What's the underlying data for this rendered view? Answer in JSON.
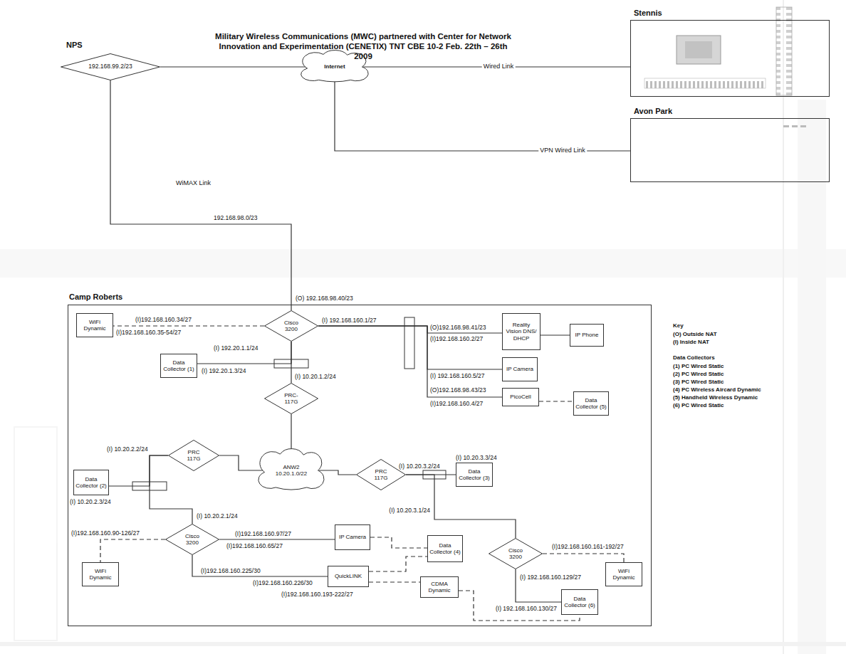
{
  "diagram": {
    "title": "Military Wireless Communications (MWC) partnered with Center for Network Innovation and Experimentation (CENETIX) TNT CBE 10-2 Feb. 22th – 26th 2009",
    "nodes": [
      {
        "text": [
          "NPS",
          "192.168.99.2/23"
        ]
      },
      {
        "text": [
          "Internet"
        ]
      },
      {
        "text": [
          "Stennis"
        ]
      },
      {
        "text": [
          "Avon Park"
        ]
      },
      {
        "text": [
          "Camp Roberts"
        ]
      },
      {
        "text": [
          "WiFi Dynamic"
        ],
        "in": 4
      },
      {
        "text": [
          "Cisco 3200"
        ],
        "in": 4
      },
      {
        "text": [
          "Data Collector (1)"
        ],
        "in": 4
      },
      {
        "text": [
          "PRC-117G"
        ],
        "in": 4
      },
      {
        "text": [
          "Reality Vision DNS/ DHCP"
        ],
        "in": 4
      },
      {
        "text": [
          "IP Phone"
        ],
        "in": 4
      },
      {
        "text": [
          "IP Camera"
        ],
        "in": 4
      },
      {
        "text": [
          "PicoCell"
        ],
        "in": 4
      },
      {
        "text": [
          "Data Collector (5)"
        ],
        "in": 4
      },
      {
        "text": [
          "Data Collector (2)"
        ],
        "in": 4
      },
      {
        "text": [
          "PRC 117G"
        ],
        "in": 4
      },
      {
        "text": [
          "ANW2 10.20.1.0/22"
        ],
        "in": 4
      },
      {
        "text": [
          "PRC 117G"
        ],
        "in": 4
      },
      {
        "text": [
          "Data Collector (3)"
        ],
        "in": 4
      },
      {
        "text": [
          "Cisco 3200"
        ],
        "in": 4
      },
      {
        "text": [
          "WiFi Dynamic"
        ],
        "in": 4
      },
      {
        "text": [
          "IP Camera"
        ],
        "in": 4
      },
      {
        "text": [
          "QuickLINK"
        ],
        "in": 4
      },
      {
        "text": [
          "Data Collector (4)"
        ],
        "in": 4
      },
      {
        "text": [
          "CDMA Dynamic"
        ],
        "in": 4
      },
      {
        "text": [
          "Cisco 3200"
        ],
        "in": 4
      },
      {
        "text": [
          "WiFi Dynamic"
        ],
        "in": 4
      },
      {
        "text": [
          "Data Collector (6)"
        ],
        "in": 4
      }
    ],
    "edges": [
      {
        "from": 0,
        "to": 1,
        "arrow": "none"
      },
      {
        "from": 1,
        "to": 2,
        "label": "Wired Link",
        "arrow": "none"
      },
      {
        "from": 1,
        "to": 3,
        "label": "VPN Wired Link",
        "arrow": "none"
      },
      {
        "from": 0,
        "to": 6,
        "label": "WiMAX Link",
        "arrow": "none"
      },
      {
        "from": 6,
        "to": 5,
        "arrow": "none"
      },
      {
        "from": 6,
        "to": 7,
        "arrow": "none"
      },
      {
        "from": 6,
        "to": 8,
        "arrow": "none"
      },
      {
        "from": 6,
        "to": 9,
        "arrow": "none"
      },
      {
        "from": 6,
        "to": 11,
        "arrow": "none"
      },
      {
        "from": 6,
        "to": 12,
        "arrow": "none"
      },
      {
        "from": 9,
        "to": 10,
        "arrow": "none"
      },
      {
        "from": 12,
        "to": 13,
        "arrow": "none"
      },
      {
        "from": 8,
        "to": 16,
        "arrow": "none"
      },
      {
        "from": 15,
        "to": 16,
        "arrow": "none"
      },
      {
        "from": 17,
        "to": 16,
        "arrow": "none"
      },
      {
        "from": 15,
        "to": 14,
        "arrow": "none"
      },
      {
        "from": 15,
        "to": 19,
        "arrow": "none"
      },
      {
        "from": 17,
        "to": 18,
        "arrow": "none"
      },
      {
        "from": 17,
        "to": 25,
        "arrow": "none"
      },
      {
        "from": 19,
        "to": 20,
        "arrow": "none"
      },
      {
        "from": 19,
        "to": 21,
        "arrow": "none"
      },
      {
        "from": 19,
        "to": 22,
        "arrow": "none"
      },
      {
        "from": 21,
        "to": 23,
        "arrow": "none"
      },
      {
        "from": 22,
        "to": 23,
        "arrow": "none"
      },
      {
        "from": 22,
        "to": 24,
        "arrow": "none"
      },
      {
        "from": 25,
        "to": 26,
        "arrow": "none"
      },
      {
        "from": 25,
        "to": 27,
        "arrow": "none"
      },
      {
        "from": 24,
        "to": 27,
        "arrow": "none"
      }
    ],
    "labels": [
      "(O) 192.168.98.40/23",
      "192.168.98.0/23",
      "(I)192.168.160.34/27",
      "(I)192.168.160.35-54/27",
      "(I) 192.168.160.1/27",
      "(I) 192.20.1.1/24",
      "(I) 192.20.1.3/24",
      "(I) 10.20.1.2/24",
      "(O)192.168.98.41/23",
      "(I)192.168.160.2/27",
      "(I) 192.168.160.5/27",
      "(O)192.168.98.43/23",
      "(I)192.168.160.4/27",
      "(I) 10.20.2.2/24",
      "(I) 10.20.2.3/24",
      "(I) 10.20.3.2/24",
      "(I) 10.20.3.3/24",
      "(I) 10.20.3.1/24",
      "(I)192.168.160.161-192/27",
      "(I) 192.168.160.129/27",
      "(I) 192.168.160.130/27",
      "(I) 10.20.2.1/24",
      "(I)192.168.160.90-126/27",
      "(I)192.168.160.97/27",
      "(I)192.168.160.65/27",
      "(I)192.168.160.225/30",
      "(I)192.168.160.226/30",
      "(I)192.168.160.193-222/27",
      "Key",
      "(O) Outside NAT",
      "(I) Inside NAT",
      "Data Collectors",
      "(1) PC Wired Static",
      "(2) PC Wired Static",
      "(3) PC Wired Static",
      "(4) PC Wireless Aircard Dynamic",
      "(5) Handheld Wireless Dynamic",
      "(6) PC Wired Static"
    ]
  }
}
